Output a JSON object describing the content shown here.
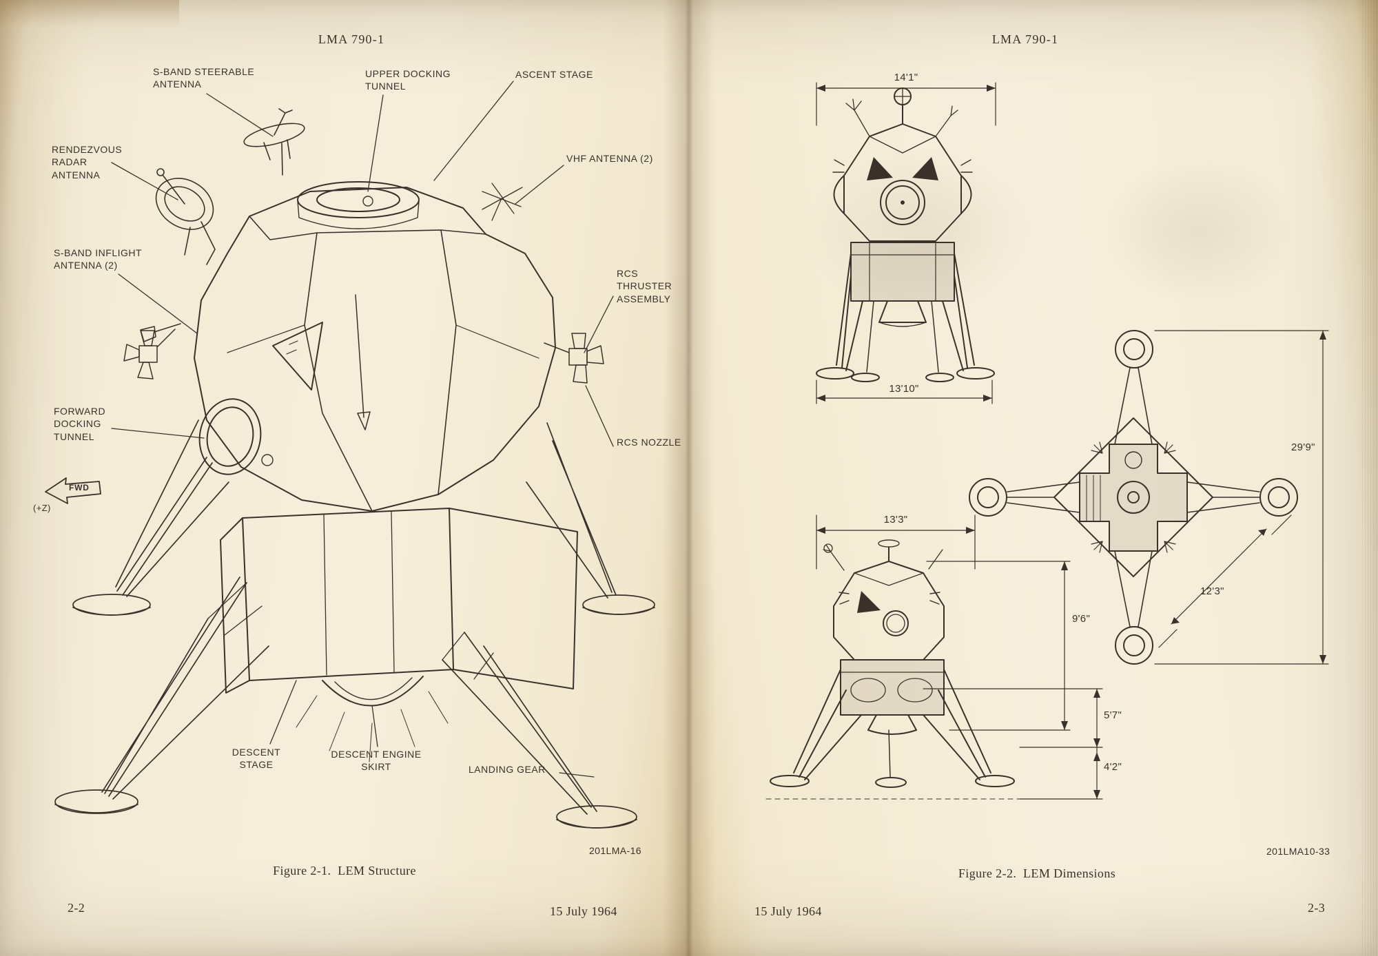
{
  "colors": {
    "paper": "#f2e9d4",
    "ink": "#3a322a"
  },
  "left_page": {
    "header": "LMA 790-1",
    "callouts": [
      {
        "text": "S-BAND STEERABLE\nANTENNA"
      },
      {
        "text": "UPPER DOCKING\nTUNNEL"
      },
      {
        "text": "ASCENT STAGE"
      },
      {
        "text": "RENDEZVOUS\nRADAR\nANTENNA"
      },
      {
        "text": "VHF ANTENNA (2)"
      },
      {
        "text": "S-BAND INFLIGHT\nANTENNA (2)"
      },
      {
        "text": "RCS\nTHRUSTER\nASSEMBLY"
      },
      {
        "text": "FORWARD\nDOCKING\nTUNNEL"
      },
      {
        "text": "RCS NOZZLE"
      },
      {
        "text": "DESCENT\nSTAGE"
      },
      {
        "text": "DESCENT ENGINE\nSKIRT"
      },
      {
        "text": "LANDING GEAR"
      }
    ],
    "fwd_arrow": "FWD",
    "axis_label": "(+Z)",
    "drawing_number": "201LMA-16",
    "caption": "Figure 2-1.  LEM Structure",
    "page_number": "2-2",
    "date": "15 July 1964"
  },
  "right_page": {
    "header": "LMA 790-1",
    "dimensions": {
      "front_top": "14'1\"",
      "front_bottom": "13'10\"",
      "top_view_span": "29'9\"",
      "top_view_diagonal": "12'3\"",
      "side_top": "13'3\"",
      "side_height": "9'6\"",
      "side_mid": "5'7\"",
      "side_gear": "4'2\""
    },
    "drawing_number": "201LMA10-33",
    "caption": "Figure 2-2.  LEM Dimensions",
    "page_number": "2-3",
    "date": "15 July 1964"
  }
}
